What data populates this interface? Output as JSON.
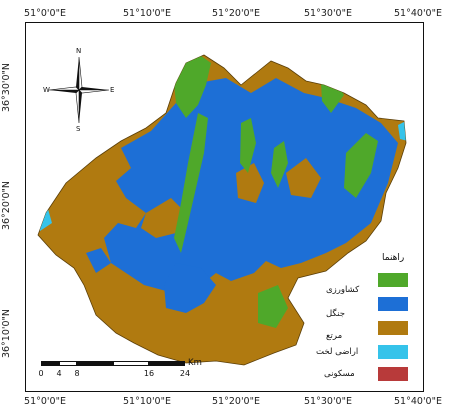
{
  "graticule": {
    "top": [
      "51°0'0\"E",
      "51°10'0\"E",
      "51°20'0\"E",
      "51°30'0\"E",
      "51°40'0\"E"
    ],
    "bottom": [
      "51°0'0\"E",
      "51°10'0\"E",
      "51°20'0\"E",
      "51°30'0\"E",
      "51°40'0\"E"
    ],
    "left": [
      "36°30'0\"N",
      "36°20'0\"N",
      "36°10'0\"N"
    ]
  },
  "north_arrow": {
    "n": "N",
    "s": "S",
    "e": "E",
    "w": "W"
  },
  "legend": {
    "title": "راهنما",
    "items": [
      {
        "label": "کشاورزی",
        "color": "#4fa82a"
      },
      {
        "label": "جنگل",
        "color": "#1d6fd6"
      },
      {
        "label": "مرتع",
        "color": "#b07a10"
      },
      {
        "label": "اراضی لخت",
        "color": "#35c3ea"
      },
      {
        "label": "مسکونی",
        "color": "#b83a3a"
      }
    ]
  },
  "scale_bar": {
    "labels": [
      "0",
      "4",
      "8",
      "16",
      "24"
    ],
    "unit": "Km"
  }
}
